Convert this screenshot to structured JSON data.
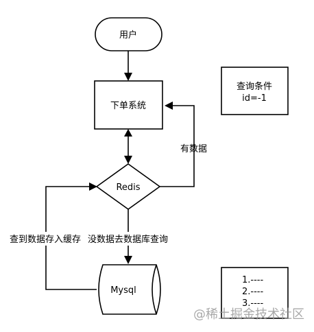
{
  "nodes": {
    "user": {
      "label": "用户"
    },
    "order_system": {
      "label": "下单系统"
    },
    "redis": {
      "label": "Redis"
    },
    "mysql": {
      "label": "Mysql"
    },
    "query_condition": {
      "line1": "查询条件",
      "line2": "id=-1"
    },
    "result_list": {
      "line1": "1.----",
      "line2": "2.----",
      "line3": "3.----"
    }
  },
  "edges": {
    "has_data": "有数据",
    "query_db": "没数据去数据库查询",
    "write_cache": "查到数据存入缓存"
  },
  "watermark": "@稀土掘金技术社区"
}
